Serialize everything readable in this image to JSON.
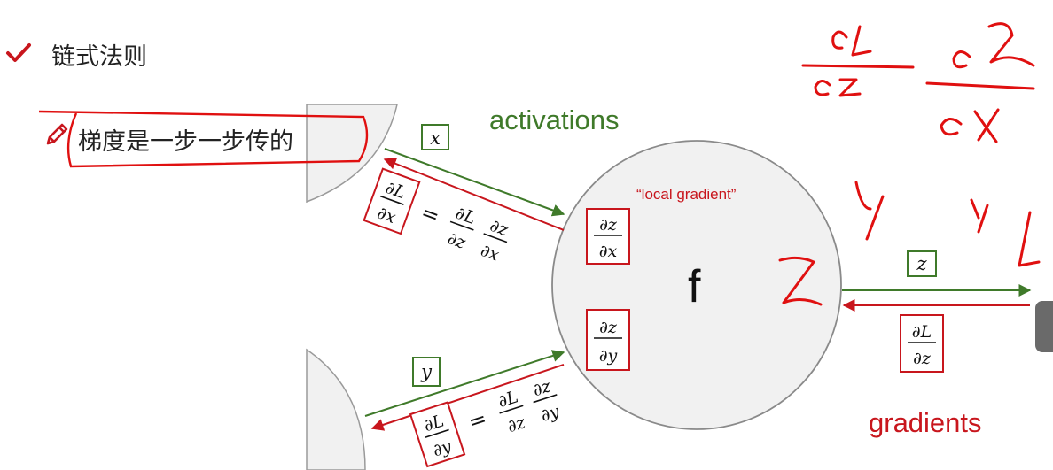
{
  "slide": {
    "bullet1": {
      "text": "链式法则",
      "icon": "check-icon"
    },
    "bullet2": {
      "text": "梯度是一步一步传的",
      "icon": "pencil-icon"
    }
  },
  "diagram": {
    "activations": "activations",
    "gradients": "gradients",
    "local_gradient": "“local gradient”",
    "node": "f",
    "input_x": "x",
    "input_y": "y",
    "output_z": "z",
    "dL_dx_eq": "∂L/∂x = ∂L/∂z · ∂z/∂x",
    "dL_dy_eq": "∂L/∂y = ∂L/∂z · ∂z/∂y",
    "dz_dx": "∂z/∂x",
    "dz_dy": "∂z/∂y",
    "dL_dz": "∂L/∂z",
    "colors": {
      "forward": "#3f7a2a",
      "backward": "#c8161d",
      "ink": "#e01010"
    }
  },
  "annotations": {
    "handwritten_fraction_1": "∂L/∂z",
    "handwritten_fraction_2": "∂z/∂x",
    "handwritten_y": "y",
    "handwritten_y2": "y",
    "handwritten_L": "L",
    "handwritten_z": "z"
  }
}
